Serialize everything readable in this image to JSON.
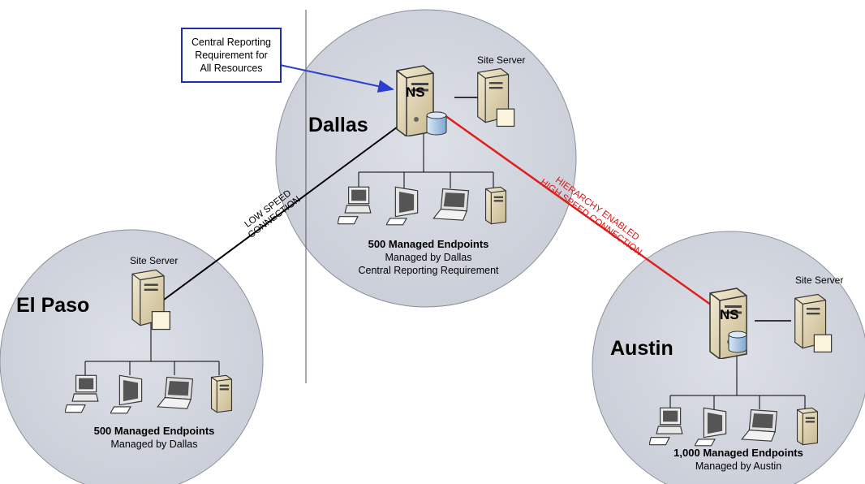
{
  "callout": {
    "line1": "Central Reporting",
    "line2": "Requirement for",
    "line3": "All Resources"
  },
  "sites": {
    "dallas": {
      "name": "Dallas",
      "server_label": "Site Server",
      "ns_label": "NS",
      "endpoints": "500 Managed Endpoints",
      "managed_by": "Managed by Dallas",
      "extra": "Central Reporting Requirement"
    },
    "el_paso": {
      "name": "El Paso",
      "server_label": "Site Server",
      "endpoints": "500 Managed Endpoints",
      "managed_by": "Managed by Dallas"
    },
    "austin": {
      "name": "Austin",
      "server_label": "Site Server",
      "ns_label": "NS",
      "endpoints": "1,000 Managed Endpoints",
      "managed_by": "Managed by Austin"
    }
  },
  "connections": {
    "low_speed": {
      "line1": "LOW SPEED",
      "line2": "CONNECTION"
    },
    "high_speed": {
      "line1": "HIERARCHY ENABLED",
      "line2": "HIGH SPEED CONNECTION"
    }
  },
  "colors": {
    "circle_fill": "#cfd3dc",
    "callout_border": "#1f2fa8",
    "arrow": "#2a3fd0",
    "high_speed_line": "#e01e1e",
    "high_speed_text": "#d81a1a",
    "low_speed_line": "#000000"
  }
}
